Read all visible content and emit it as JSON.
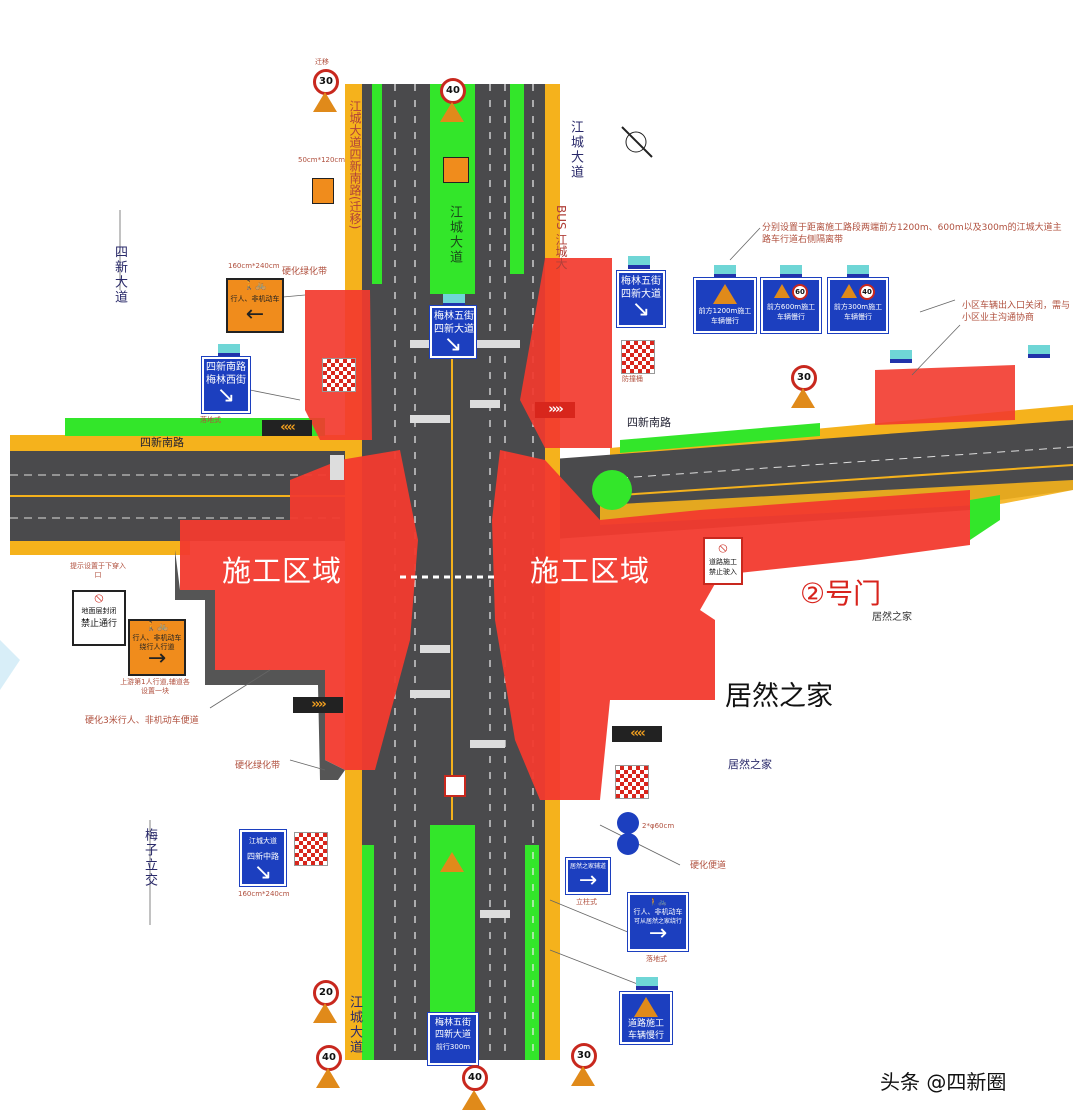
{
  "zones": {
    "left": "施工区域",
    "right": "施工区域"
  },
  "gate": "②号门",
  "building": {
    "main": "居然之家",
    "small_1": "居然之家",
    "small_2": "居然之家"
  },
  "watermark": "头条 @四新圈",
  "roads": {
    "sixin_avenue": "四新大道",
    "meizi_interchange": "梅子立交",
    "jiangcheng_east": "江城大道",
    "jiangcheng_median": "江城大道",
    "jiangcheng_bottom": "江城大道",
    "sixin_south_left": "四新南路",
    "sixin_south_right": "四新南路",
    "relocate_label": "江城大道四新南路(迁移)",
    "bus_label": "BUS 江城大"
  },
  "notes": {
    "top_right": "分别设置于距离施工路段两端前方1200m、600m以及300m的江城大道主路车行道右侧隔离带",
    "community": "小区车辆出入口关闭，需与小区业主沟通协商",
    "green_belt_top": "硬化绿化带",
    "green_belt_bottom": "硬化绿化带",
    "hardened_walk": "硬化3米行人、非机动车便道",
    "hardened_road": "硬化便道",
    "underpass": "提示设置于下穿入口",
    "footway": "上游第1人行道,辅道各设置一块",
    "crash_barrier": "防撞桶",
    "relocate": "迁移",
    "size_160": "160cm*240cm",
    "size_120": "50cm*120cm",
    "floor": "落地式",
    "column": "立柱式",
    "size_small": "2*φ60cm"
  },
  "signs": {
    "top_speed": "30",
    "median_speed": "40",
    "right_speed": "30",
    "bottom_speed_1": "20",
    "bottom_speed_2": "40",
    "bottom_speed_3": "40",
    "bottom_speed_4": "30",
    "meilin_1": "梅林五街",
    "sixin_1": "四新大道",
    "meilin_2": "梅林五街",
    "sixin_2": "四新大道",
    "meilin_3": "梅林五街",
    "sixin_3": "四新大道",
    "ahead_3": "前行300m",
    "sixin_south": "四新南路",
    "meilin_west": "梅林西街",
    "ped_left": "行人、非机动车",
    "ped_right_1": "行人、非机动车",
    "ped_right_2": "绕行人行道",
    "no_pass_1": "地面层封闭",
    "no_pass_2": "禁止通行",
    "warn_1200": "前方1200m施工",
    "warn_600": "前方600m施工",
    "warn_300": "前方300m施工",
    "slow": "车辆慢行",
    "speed_60": "60",
    "speed_40": "40",
    "road_work_1": "道路施工",
    "road_work_2": "车辆慢行",
    "ped_blue_1": "行人、非机动车",
    "ped_blue_2": "可从居然之家绕行",
    "detour_small": "居然之家辅道",
    "left_small_1": "江城大道",
    "left_small_2": "四新中路",
    "no_entry": "道路施工",
    "no_entry_2": "禁止驶入"
  },
  "colors": {
    "road": "#4a4a4c",
    "construction": "#f23a2e",
    "median": "#33e62a",
    "shoulder": "#f5b21c",
    "sign_blue": "#1c3fbf"
  }
}
